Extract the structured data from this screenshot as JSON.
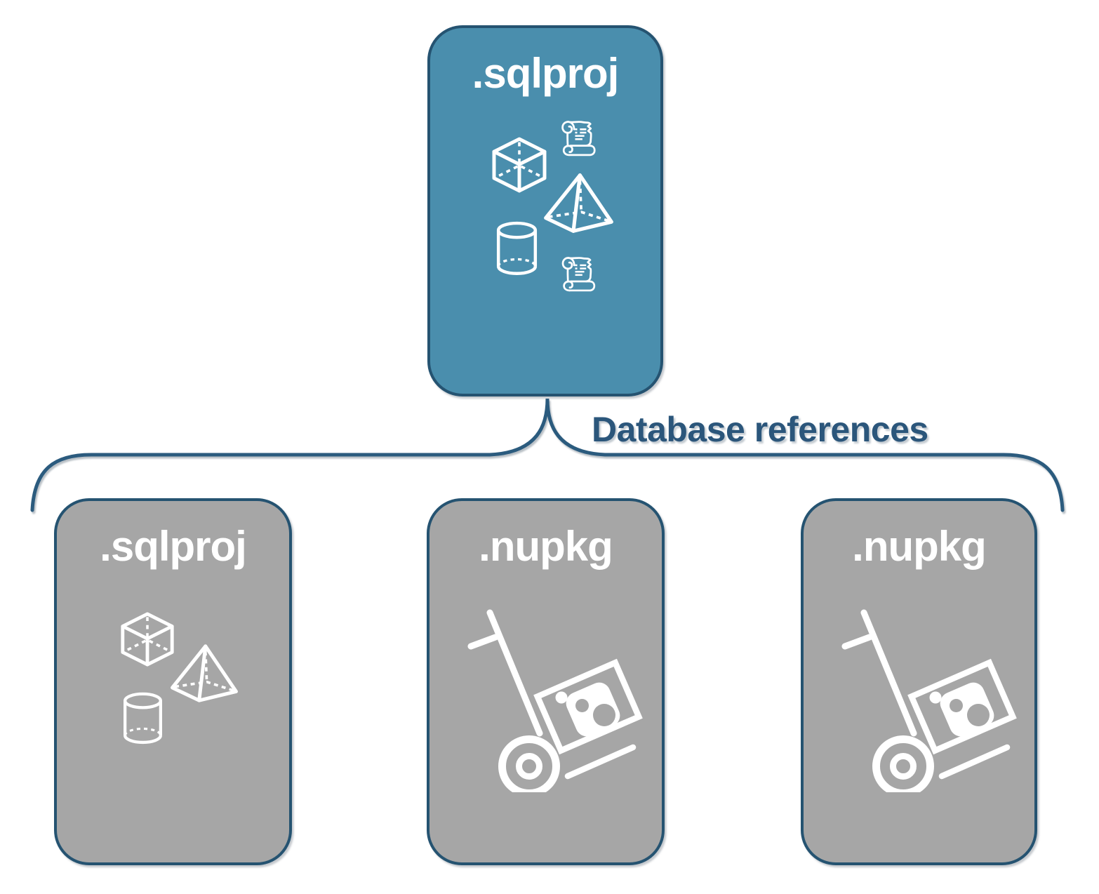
{
  "diagram": {
    "background_color": "#FFFFFF",
    "colors": {
      "primary_box_fill": "#4A8EAD",
      "secondary_box_fill": "#A6A6A6",
      "outline": "#255371",
      "connector": "#2B5B7E",
      "label_text": "#2B567B",
      "icon_white": "#FFFFFF"
    },
    "root_box": {
      "label": ".sqlproj",
      "fill": "#4A8EAD",
      "icons": [
        "cube-icon",
        "script-scroll-icon",
        "pyramid-icon",
        "cylinder-icon",
        "script-scroll-icon"
      ]
    },
    "connector": {
      "type": "curly-brace",
      "label": "Database references"
    },
    "child_boxes": [
      {
        "label": ".sqlproj",
        "fill": "#A6A6A6",
        "icons": [
          "cube-icon",
          "pyramid-icon",
          "cylinder-icon"
        ]
      },
      {
        "label": ".nupkg",
        "fill": "#A6A6A6",
        "icons": [
          "package-dolly-icon"
        ]
      },
      {
        "label": ".nupkg",
        "fill": "#A6A6A6",
        "icons": [
          "package-dolly-icon"
        ]
      }
    ]
  }
}
